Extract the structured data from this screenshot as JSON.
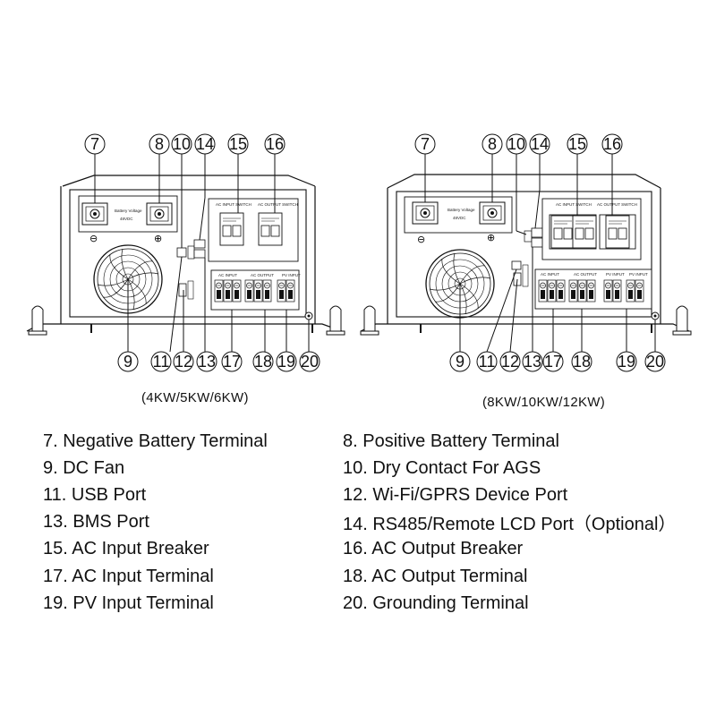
{
  "captions": {
    "left": "(4KW/5KW/6KW)",
    "right": "(8KW/10KW/12KW)"
  },
  "left_unit": {
    "callouts": [
      "7",
      "8",
      "10",
      "14",
      "15",
      "16",
      "9",
      "11",
      "12",
      "13",
      "17",
      "18",
      "19",
      "20"
    ],
    "battery_label": [
      "Battery Voltage",
      "48VDC"
    ],
    "ac_input_switch": "AC INPUT SWITCH",
    "ac_output_switch": "AC OUTPUT SWITCH",
    "terminal_labels": [
      "AC INPUT",
      "AC OUTPUT",
      "PV INPUT"
    ]
  },
  "right_unit": {
    "callouts": [
      "7",
      "8",
      "10",
      "14",
      "15",
      "16",
      "9",
      "11",
      "12",
      "13",
      "17",
      "18",
      "19",
      "20"
    ],
    "battery_label": [
      "Battery Voltage",
      "48VDC"
    ],
    "ac_input_switch": "AC INPUT SWITCH",
    "ac_output_switch": "AC OUTPUT SWITCH",
    "terminal_labels": [
      "AC INPUT",
      "AC OUTPUT",
      "PV INPUT",
      "PV INPUT"
    ]
  },
  "legend": [
    [
      "7. Negative Battery Terminal",
      "8. Positive Battery Terminal"
    ],
    [
      "9. DC Fan",
      "10. Dry Contact For AGS"
    ],
    [
      "11. USB Port",
      "12. Wi-Fi/GPRS Device Port"
    ],
    [
      "13. BMS Port",
      "14. RS485/Remote LCD Port（Optional）"
    ],
    [
      "15. AC Input Breaker",
      "16. AC Output Breaker"
    ],
    [
      "17. AC Input Terminal",
      "18. AC Output Terminal"
    ],
    [
      "19. PV Input Terminal",
      "20. Grounding Terminal"
    ]
  ]
}
